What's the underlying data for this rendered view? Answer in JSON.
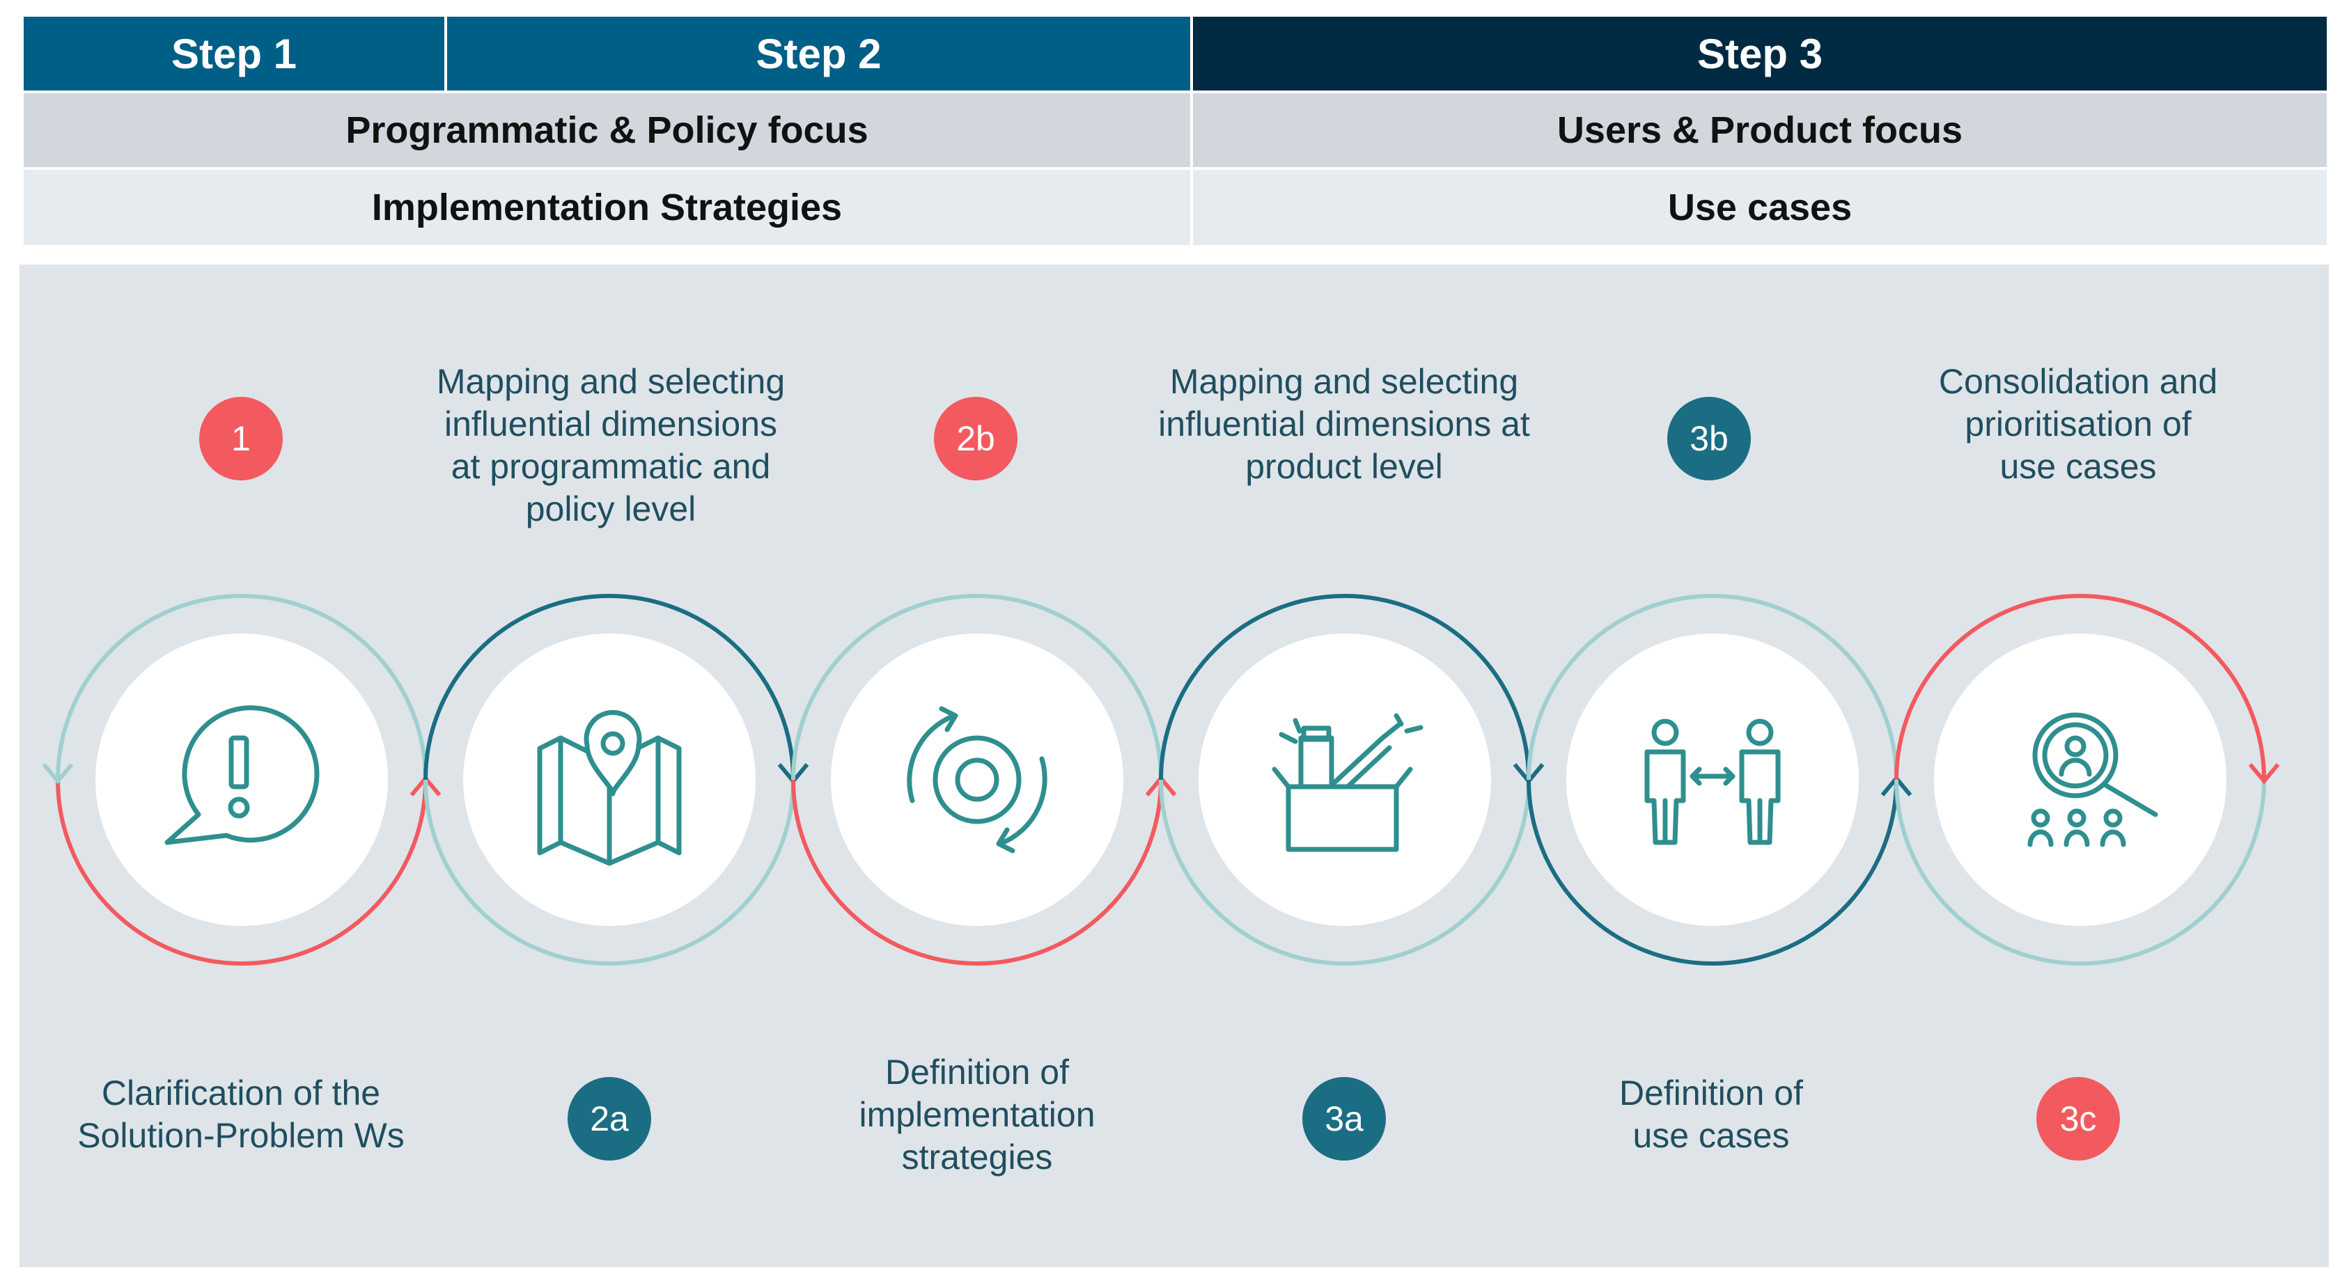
{
  "header": {
    "step1": "Step 1",
    "step2": "Step 2",
    "step3": "Step 3",
    "focus_left": "Programmatic & Policy focus",
    "focus_right": "Users & Product focus",
    "strategies_left": "Implementation Strategies",
    "strategies_right": "Use cases"
  },
  "process": {
    "top_labels": {
      "2a": "Mapping and selecting\ninfluential dimensions\nat programmatic and\npolicy level",
      "3a": "Mapping and selecting\ninfluential dimensions at\nproduct level",
      "3c": "Consolidation and\nprioritisation of\nuse cases"
    },
    "bottom_labels": {
      "1": "Clarification of the\nSolution-Problem Ws",
      "2b": "Definition of\nimplementation\nstrategies",
      "3b": "Definition of\nuse cases"
    },
    "badges": {
      "1": "1",
      "2b": "2b",
      "3b": "3b",
      "2a": "2a",
      "3a": "3a",
      "3c": "3c"
    },
    "icons": [
      "alert-speech-bubble-icon",
      "map-pin-icon",
      "gear-cycle-icon",
      "vaccine-box-icon",
      "two-people-exchange-icon",
      "search-person-group-icon"
    ],
    "colors": {
      "red": "#f25a5f",
      "teal_dark": "#1b6d83",
      "teal_light": "#9fd0cf",
      "icon": "#2f8f8f"
    }
  }
}
